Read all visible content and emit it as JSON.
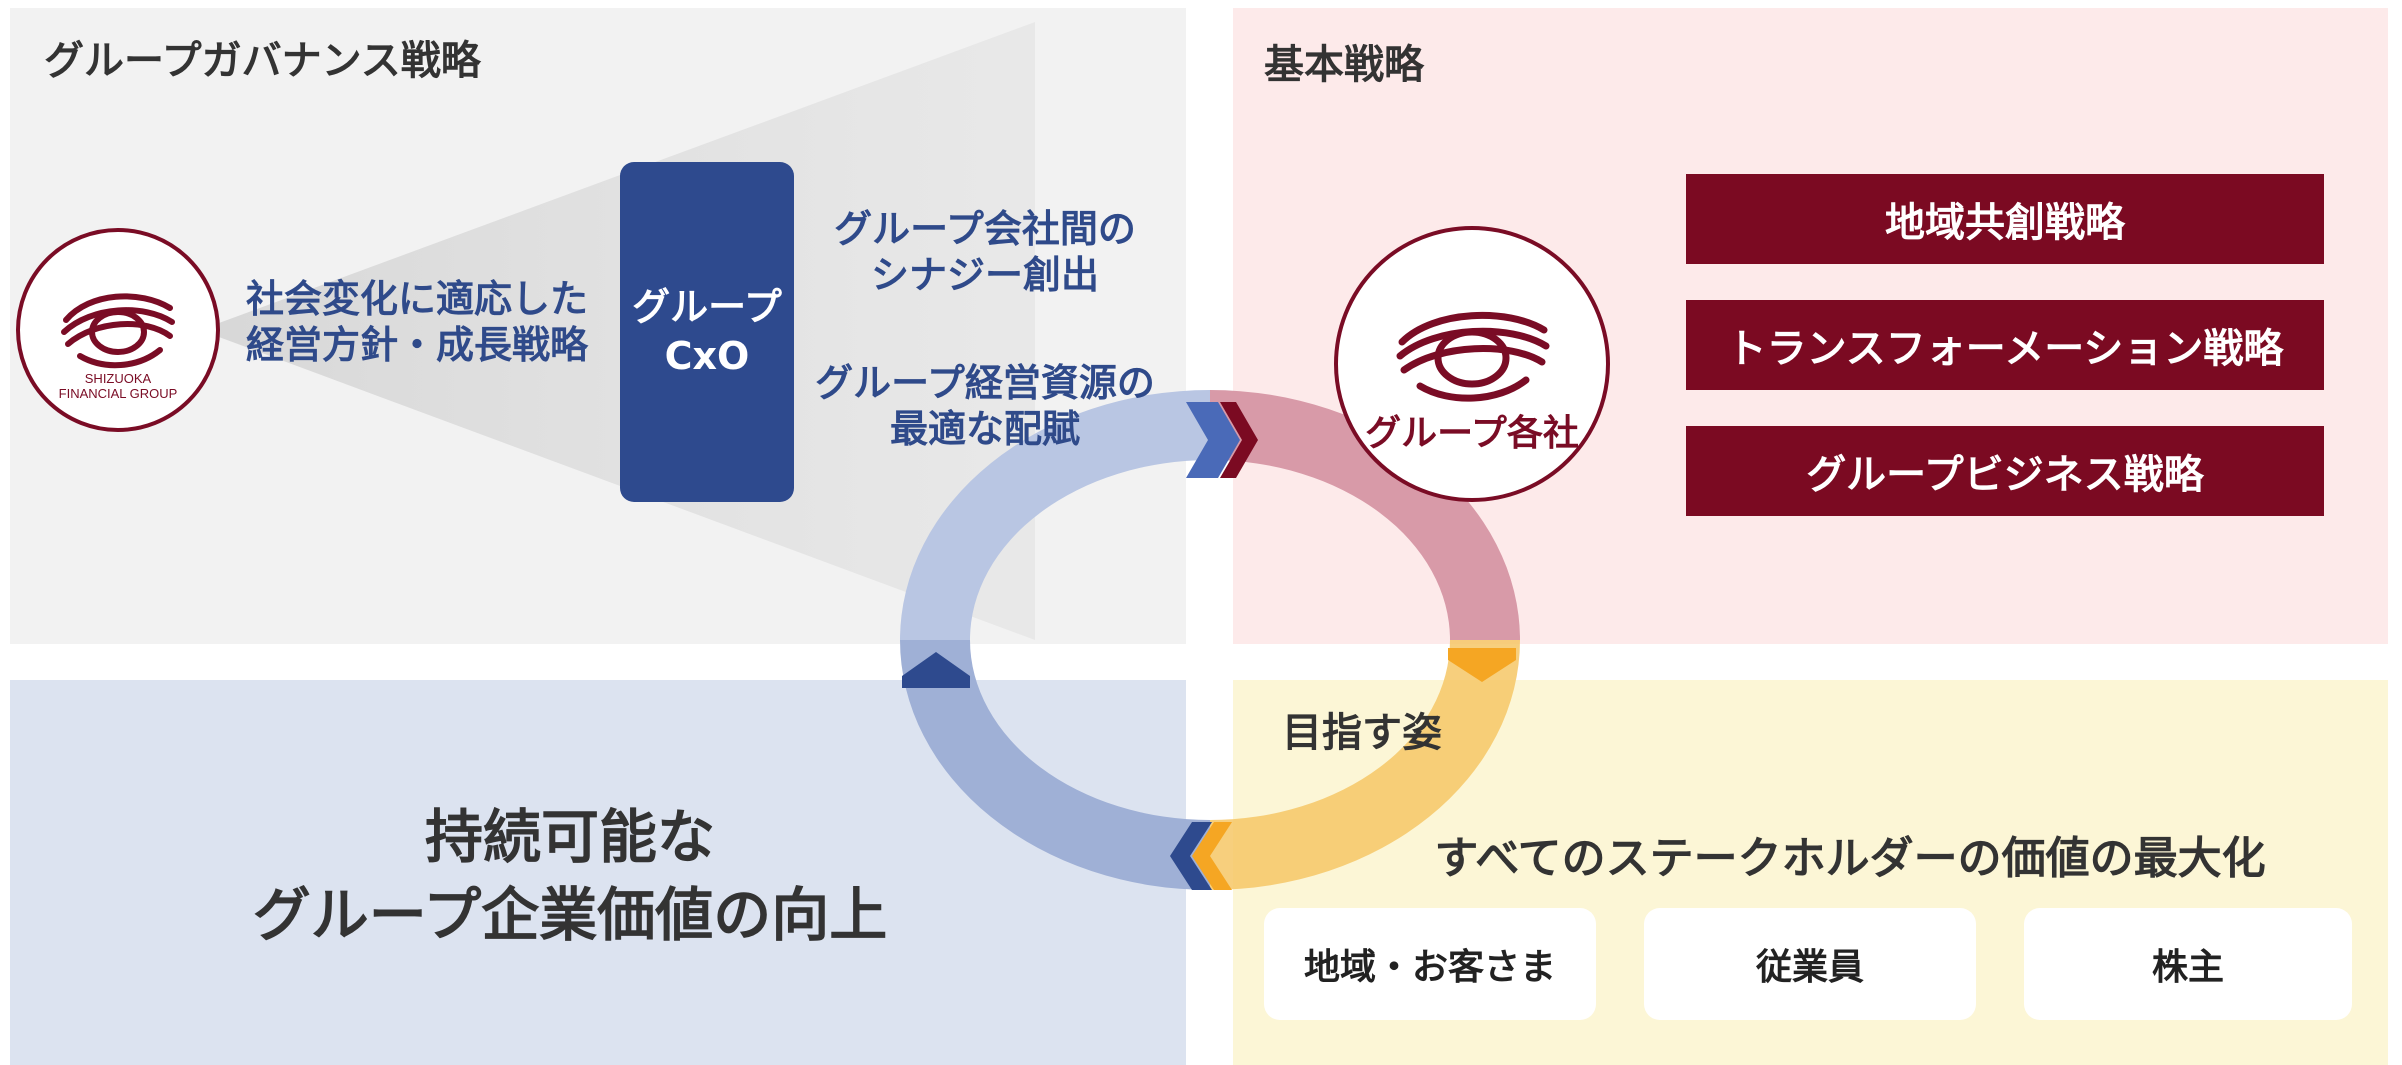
{
  "governance": {
    "title": "グループガバナンス戦略",
    "logo_text_line1": "SHIZUOKA",
    "logo_text_line2": "FINANCIAL GROUP",
    "policy_line1": "社会変化に適応した",
    "policy_line2": "経営方針・成長戦略",
    "cxo_line1": "グループ",
    "cxo_line2": "CxO",
    "synergy_line1": "グループ会社間の",
    "synergy_line2": "シナジー創出",
    "resource_line1": "グループ経営資源の",
    "resource_line2": "最適な配賦"
  },
  "basic": {
    "title": "基本戦略",
    "group_companies": "グループ各社",
    "strategies": [
      "地域共創戦略",
      "トランスフォーメーション戦略",
      "グループビジネス戦略"
    ]
  },
  "sustainable": {
    "line1": "持続可能な",
    "line2": "グループ企業価値の向上"
  },
  "goal": {
    "title": "目指す姿",
    "subtitle": "すべてのステークホルダーの価値の最大化",
    "stakeholders": [
      "地域・お客さま",
      "従業員",
      "株主"
    ]
  },
  "colors": {
    "navy": "#2e4a8e",
    "maroon": "#7b0a22",
    "orange": "#f5a623",
    "pink": "#d89aa8",
    "light_blue": "#b9c6e3"
  }
}
